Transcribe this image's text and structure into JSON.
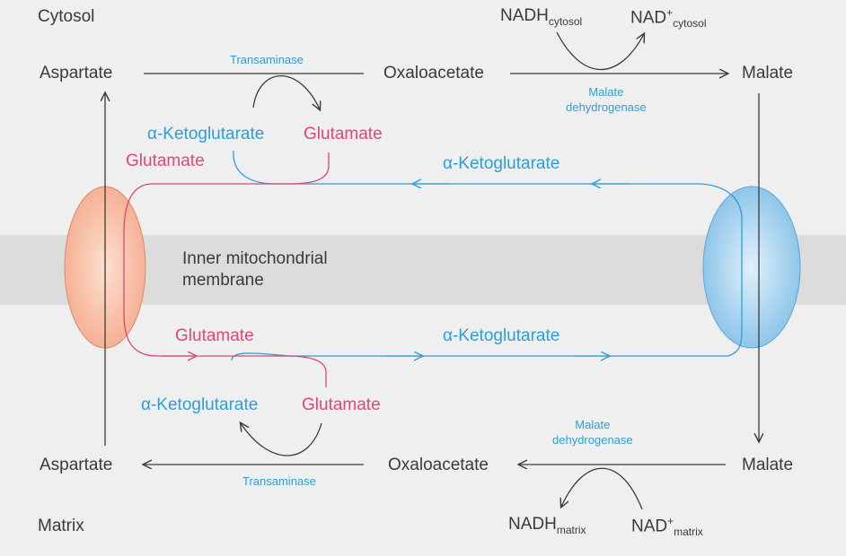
{
  "regions": {
    "cytosol": "Cytosol",
    "matrix": "Matrix",
    "membrane": [
      "Inner mitochondrial",
      "membrane"
    ]
  },
  "cytosol": {
    "aspartate": "Aspartate",
    "oxaloacetate": "Oxaloacetate",
    "malate": "Malate",
    "transaminase": "Transaminase",
    "mdh": [
      "Malate",
      "dehydrogenase"
    ],
    "nadh": {
      "base": "NADH",
      "sub": "cytosol"
    },
    "nad": {
      "base": "NAD",
      "sup": "+",
      "sub": "cytosol"
    },
    "akg": "α-Ketoglutarate",
    "glu": "Glutamate",
    "glu_left": "Glutamate",
    "akg_transport": "α-Ketoglutarate"
  },
  "matrix": {
    "aspartate": "Aspartate",
    "oxaloacetate": "Oxaloacetate",
    "malate": "Malate",
    "transaminase": "Transaminase",
    "mdh": [
      "Malate",
      "dehydrogenase"
    ],
    "nadh": {
      "base": "NADH",
      "sub": "matrix"
    },
    "nad": {
      "base": "NAD",
      "sup": "+",
      "sub": "matrix"
    },
    "akg": "α-Ketoglutarate",
    "glu": "Glutamate",
    "glu_transport": "Glutamate",
    "akg_transport": "α-Ketoglutarate"
  },
  "colors": {
    "background": "#efefef",
    "membrane_band": "#dcdcdc",
    "text_dark": "#3a3a3a",
    "blue": "#2b9fd8",
    "pink": "#e0457a",
    "orange_transporter": "#f5b49a",
    "blue_transporter": "#8cc6ea"
  }
}
